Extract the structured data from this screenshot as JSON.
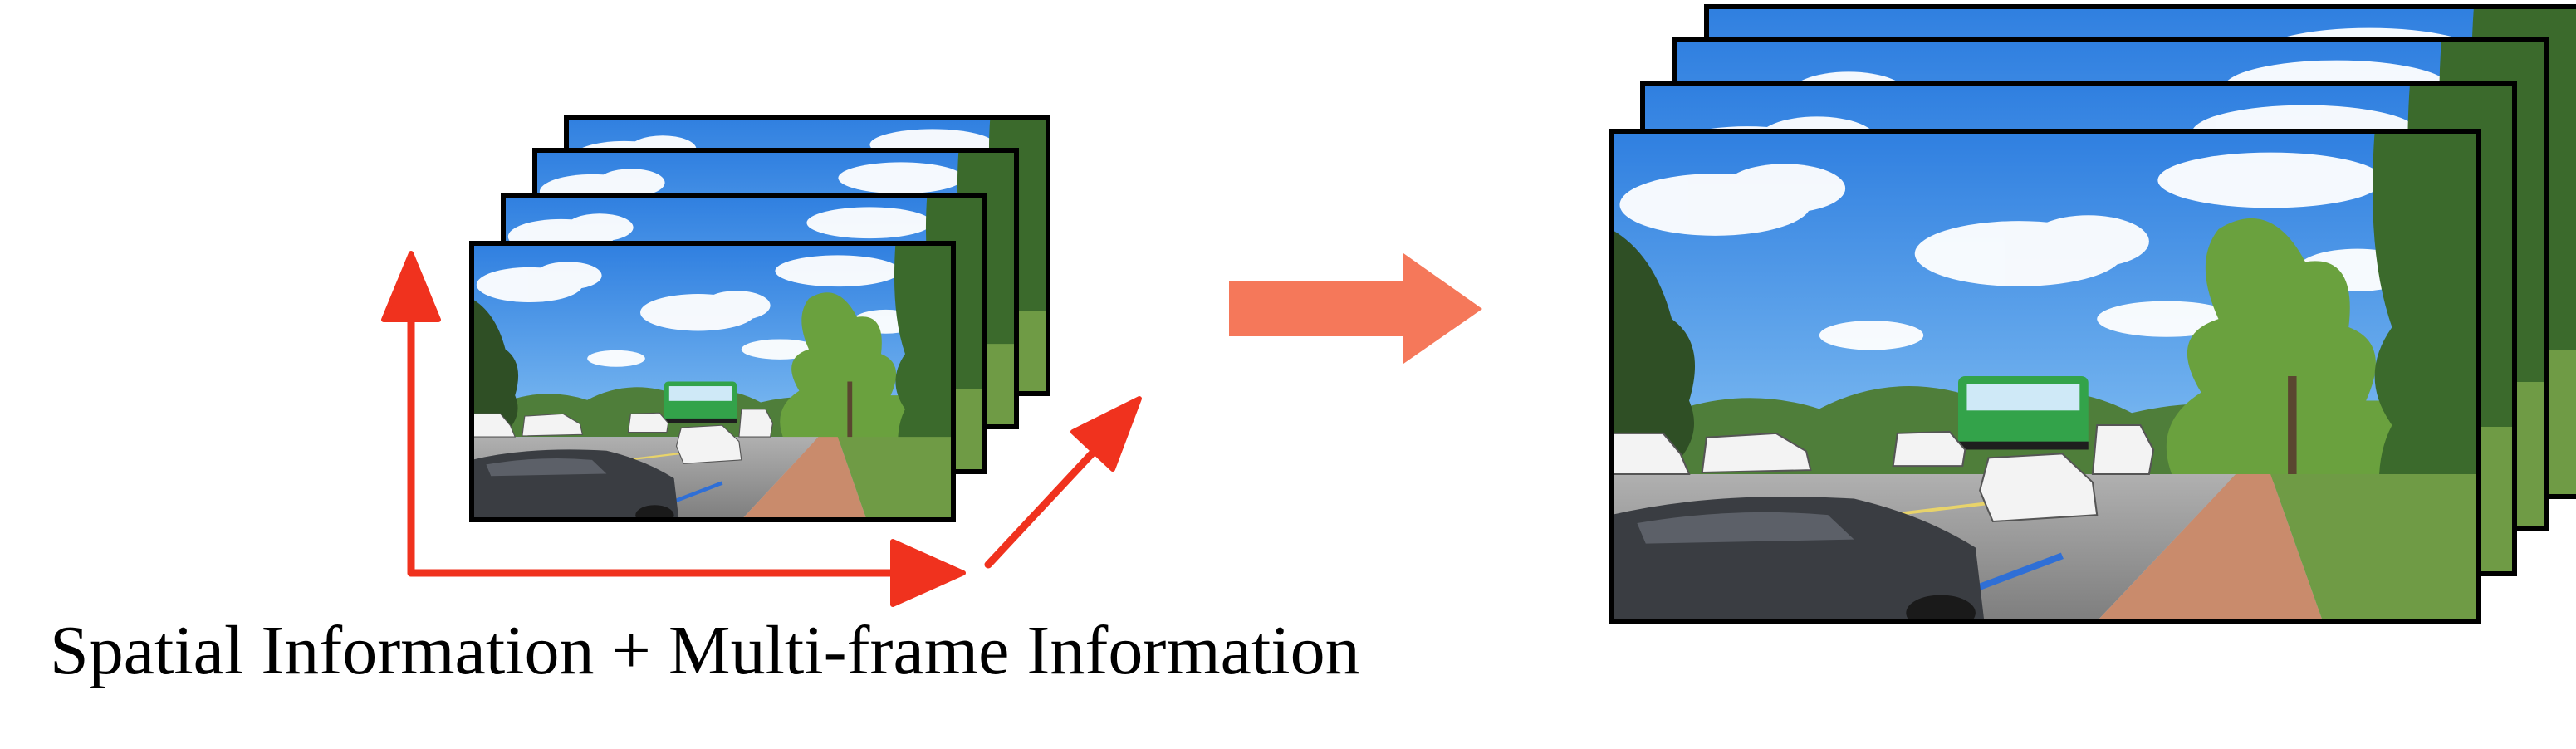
{
  "caption": "Spatial Information + Multi-frame Information",
  "colors": {
    "axis_arrow": "#f0321e",
    "transform_arrow": "#f5785a",
    "frame_border": "#000000",
    "sky_top": "#2f7fe0",
    "sky_bottom": "#a9d3f5",
    "cloud": "#ffffff",
    "tree_dark": "#3f6b2c",
    "tree_light": "#7fb548",
    "road": "#9a9a9a",
    "sidewalk": "#c98b6c",
    "bus": "#33a34a",
    "car_white": "#f3f3f3",
    "car_dark": "#3a3d42"
  },
  "icons": {
    "input_stack": "image-frame-stack",
    "output_stack": "image-frame-stack-enhanced",
    "spatial_axes": "xy-axes-arrows",
    "temporal_axis": "diagonal-arrow",
    "transform_arrow": "right-arrow"
  },
  "input_frame_count": 4,
  "output_frame_count": 4
}
